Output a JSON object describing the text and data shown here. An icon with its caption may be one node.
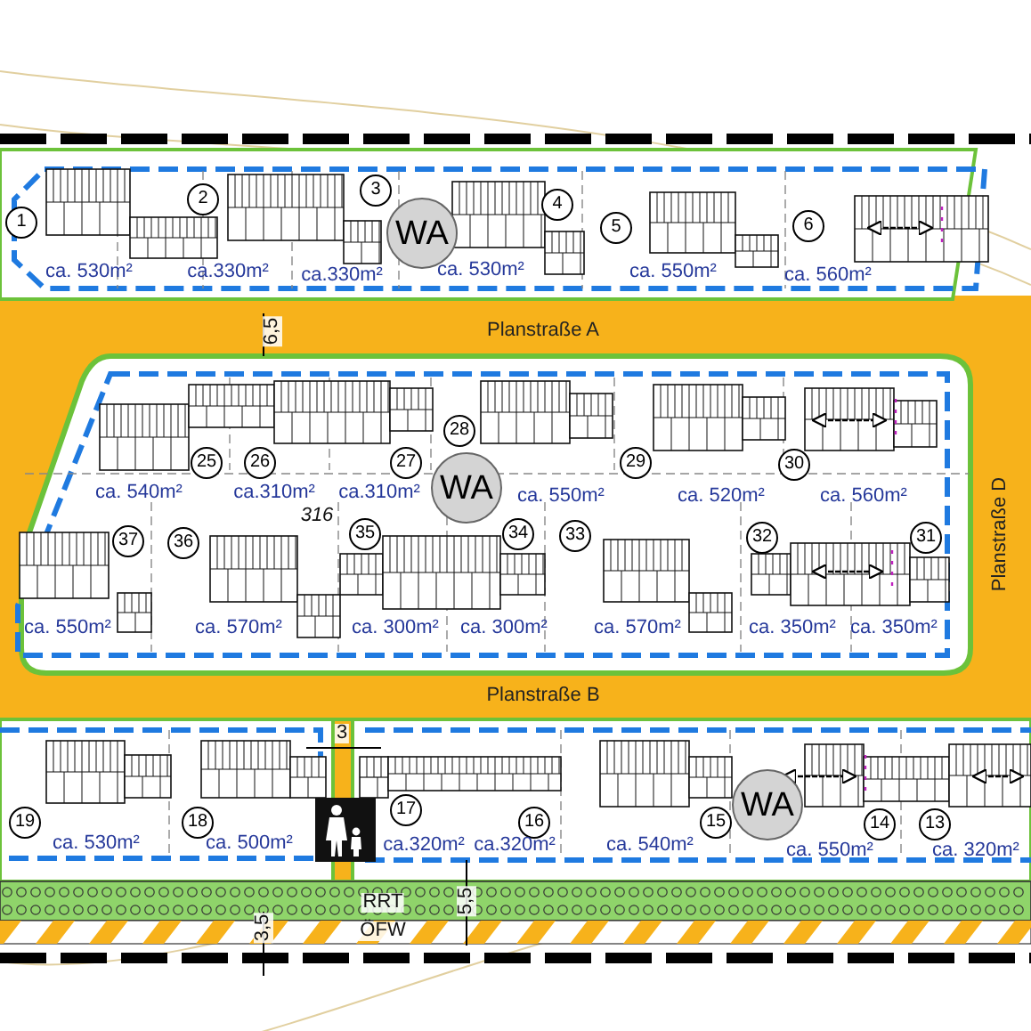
{
  "diagram": {
    "labels": [
      "1",
      "2",
      "3",
      "WA",
      "4",
      "5",
      "6",
      "25",
      "26",
      "27",
      "28",
      "WA",
      "29",
      "30",
      "37",
      "36",
      "35",
      "34",
      "33",
      "32",
      "31",
      "19",
      "18",
      "17",
      "16",
      "15",
      "WA",
      "14",
      "13",
      "ca. 530m²",
      "ca.330m²",
      "ca.330m²",
      "ca. 530m²",
      "ca. 550m²",
      "ca. 560m²",
      "6,5",
      "Planstraße A",
      "ca. 540m²",
      "ca.310m²",
      "ca.310m²",
      "ca. 550m²",
      "ca. 520m²",
      "ca. 560m²",
      "316",
      "ca. 550m²",
      "ca. 570m²",
      "ca. 300m²",
      "ca. 300m²",
      "ca. 570m²",
      "ca. 350m²",
      "ca. 350m²",
      "Planstraße D",
      "Planstraße B",
      "3",
      "ca. 530m²",
      "ca. 500m²",
      "ca.320m²",
      "ca.320m²",
      "ca. 540m²",
      "ca. 550m²",
      "ca. 320m²",
      "RRT",
      "5,5",
      "ÖFW",
      "3,5"
    ]
  }
}
